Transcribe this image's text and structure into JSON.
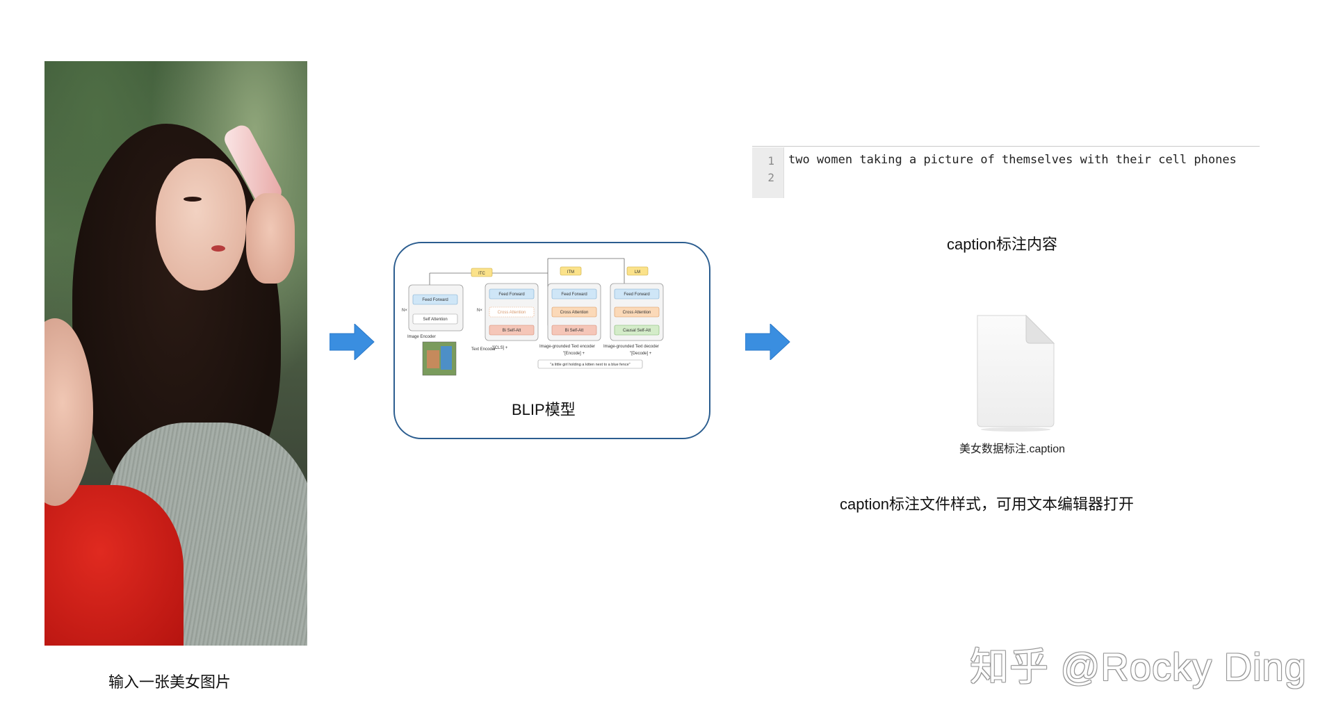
{
  "input_image": {
    "label": "输入一张美女图片"
  },
  "model": {
    "label": "BLIP模型",
    "diagram": {
      "loss_labels": [
        "ITC",
        "ITM",
        "LM"
      ],
      "blocks": {
        "feed_forward": "Feed Forward",
        "self_attention": "Self Attention",
        "cross_attention": "Cross Attention",
        "bi_self_att": "Bi Self-Att",
        "causal_self_att": "Causal Self-Att",
        "nx": "N×"
      },
      "encoder_labels": {
        "image_encoder": "Image Encoder",
        "text_encoder": "Text Encoder",
        "image_grounded_text_encoder": "Image-grounded Text encoder",
        "image_grounded_text_decoder": "Image-grounded Text decoder"
      },
      "tokens": [
        "\"[CLS] +",
        "\"[Encode] +",
        "\"[Decode] +"
      ],
      "input_text": "\"a little girl holding a kitten next to a blue fence\""
    }
  },
  "editor": {
    "line_numbers": [
      "1",
      "2"
    ],
    "lines": [
      "two women taking a picture of themselves with their cell phones",
      ""
    ]
  },
  "caption_content_label": "caption标注内容",
  "file": {
    "name": "美女数据标注.caption",
    "icon": "document-icon"
  },
  "caption_file_label": "caption标注文件样式，可用文本编辑器打开",
  "watermark": "知乎 @Rocky Ding",
  "colors": {
    "arrow": "#3a8ee0",
    "frame": "#2b5d8f",
    "feed_forward": "#cfe6f7",
    "attention": "#fbd9b8",
    "self_att": "#f5c6b8",
    "causal": "#d4ecc9",
    "loss_box": "#fbe28a"
  }
}
